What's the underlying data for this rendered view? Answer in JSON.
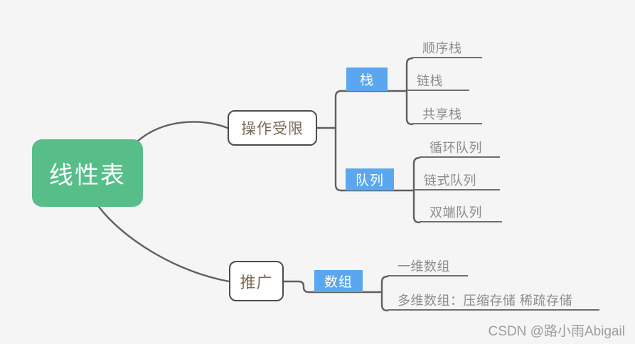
{
  "root": {
    "label": "线性表"
  },
  "branches": {
    "restricted": {
      "label": "操作受限"
    },
    "extension": {
      "label": "推广"
    }
  },
  "stack": {
    "label": "栈",
    "children": [
      "顺序栈",
      "链栈",
      "共享栈"
    ]
  },
  "queue": {
    "label": "队列",
    "children": [
      "循环队列",
      "链式队列",
      "双端队列"
    ]
  },
  "array": {
    "label": "数组",
    "children": [
      "一维数组",
      "多维数组：压缩存储 稀疏存储"
    ]
  },
  "watermark": "CSDN @路小雨Abigail",
  "colors": {
    "background": "#f5f5f5",
    "root_fill": "#57be8a",
    "topic_fill": "#5aa7f0",
    "branch_border": "#4c4c4c",
    "branch_text": "#7d6b57",
    "leaf_text": "#8c8c8c",
    "connector": "#5f5f5f",
    "watermark_text": "#9e9e9e"
  }
}
